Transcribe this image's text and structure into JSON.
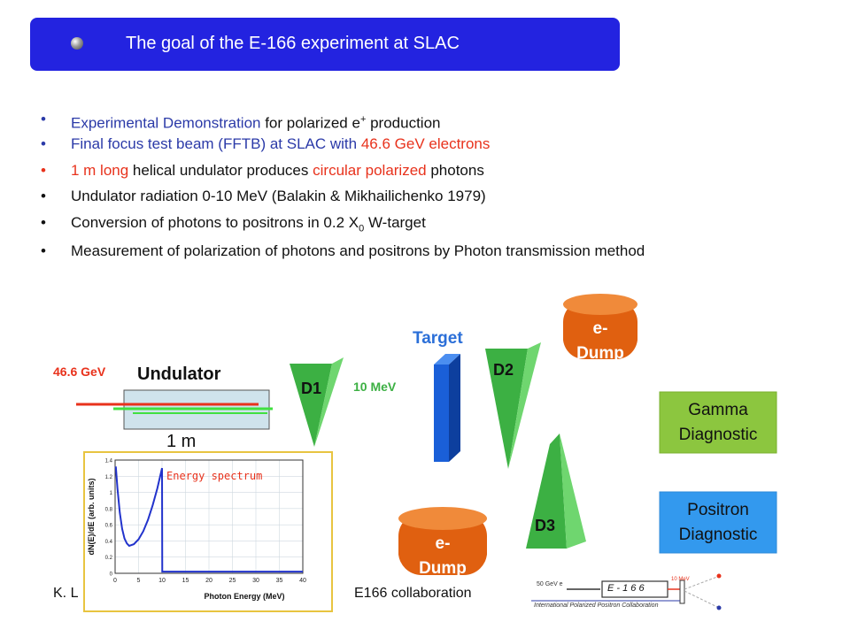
{
  "title": "The goal of the E-166 experiment at SLAC",
  "bullets": [
    {
      "parts": [
        {
          "t": "Experimental Demonstration",
          "c": "blue"
        },
        {
          "t": " for polarized e",
          "c": ""
        },
        {
          "t": "+",
          "c": "",
          "sup": true
        },
        {
          "t": " production",
          "c": ""
        }
      ],
      "dot_color": "blue"
    },
    {
      "parts": [
        {
          "t": "Final focus test beam (FFTB) at SLAC with ",
          "c": "blue"
        },
        {
          "t": "46.6 GeV electrons",
          "c": "red"
        }
      ],
      "dot_color": "blue"
    },
    {
      "parts": [
        {
          "t": "1 m long",
          "c": "red"
        },
        {
          "t": " helical undulator produces ",
          "c": ""
        },
        {
          "t": "circular polarized",
          "c": "red"
        },
        {
          "t": " photons",
          "c": ""
        }
      ],
      "dot_color": "red"
    },
    {
      "parts": [
        {
          "t": "Undulator radiation 0-10 MeV (Balakin & Mikhailichenko 1979)",
          "c": ""
        }
      ],
      "dot_color": ""
    },
    {
      "parts": [
        {
          "t": "Conversion of photons to positrons in 0.2 X",
          "c": ""
        },
        {
          "t": "0",
          "c": "",
          "sub": true
        },
        {
          "t": " W-target",
          "c": ""
        }
      ],
      "dot_color": ""
    },
    {
      "parts": [
        {
          "t": "Measurement of polarization of photons and positrons by Photon transmission method",
          "c": ""
        }
      ],
      "dot_color": ""
    }
  ],
  "diagram": {
    "beam_energy": "46.6 GeV",
    "undulator_label": "Undulator",
    "undulator_length": "1 m",
    "d1": "D1",
    "d2": "D2",
    "d3": "D3",
    "photon_energy": "10 MeV",
    "target_label": "Target",
    "dump_top_line1": "e-",
    "dump_top_line2": "Dump",
    "dump_bottom_line1": "e-",
    "dump_bottom_line2": "Dump",
    "gamma_line1": "Gamma",
    "gamma_line2": "Diagnostic",
    "positron_line1": "Positron",
    "positron_line2": "Diagnostic"
  },
  "spectrum": {
    "label": "Energy spectrum",
    "ylabel": "dN(E)/dE (arb. units)",
    "xlabel": "Photon Energy (MeV)",
    "xticks": [
      "0",
      "5",
      "10",
      "15",
      "20",
      "25",
      "30",
      "35",
      "40"
    ],
    "yticks": [
      "0",
      "0.2",
      "0.4",
      "0.6",
      "0.8",
      "1",
      "1.2",
      "1.4"
    ]
  },
  "footer": {
    "author": "K. L",
    "collab": "E166 collaboration",
    "logo_energy_in": "50 GeV e",
    "logo_energy_out": "10 MeV",
    "logo_title": "E - 1 6 6",
    "logo_caption": "International Polarized Positron Collaboration"
  },
  "colors": {
    "title_bar": "#2323e0",
    "blue_text": "#2b3aa8",
    "red_text": "#e8321c",
    "magnet_green": "#3cb043",
    "dump_orange": "#e06010",
    "gamma_box": "#8cc63f",
    "positron_box": "#3399ee"
  }
}
